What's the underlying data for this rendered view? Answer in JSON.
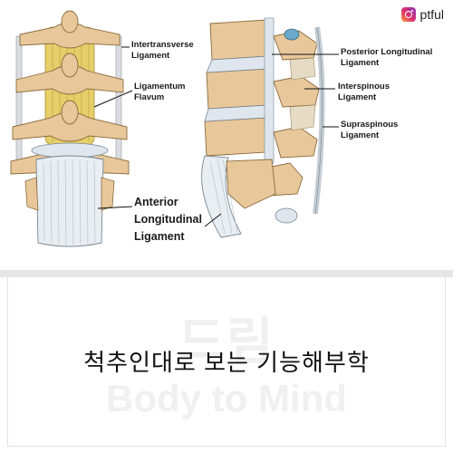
{
  "badge": {
    "icon": "instagram-icon",
    "text": "ptful"
  },
  "labels": {
    "intertransverse": [
      "Intertransverse",
      "Ligament"
    ],
    "flavum": [
      "Ligamentum",
      "Flavum"
    ],
    "anterior": [
      "Anterior",
      "Longitudinal",
      "Ligament"
    ],
    "posterior": [
      "Posterior Longitudinal",
      "Ligament"
    ],
    "interspinous": [
      "Interspinous",
      "Ligament"
    ],
    "supraspinous": [
      "Supraspinous",
      "Ligament"
    ]
  },
  "watermark": {
    "top": "드림",
    "bottom": "Body to Mind"
  },
  "title": "척추인대로 보는 기능해부학",
  "colors": {
    "bone": "#e8c89a",
    "ligament_yellow": "#e6cf6a",
    "disc": "#dfe6ee",
    "divider": "#e6e6e6"
  }
}
